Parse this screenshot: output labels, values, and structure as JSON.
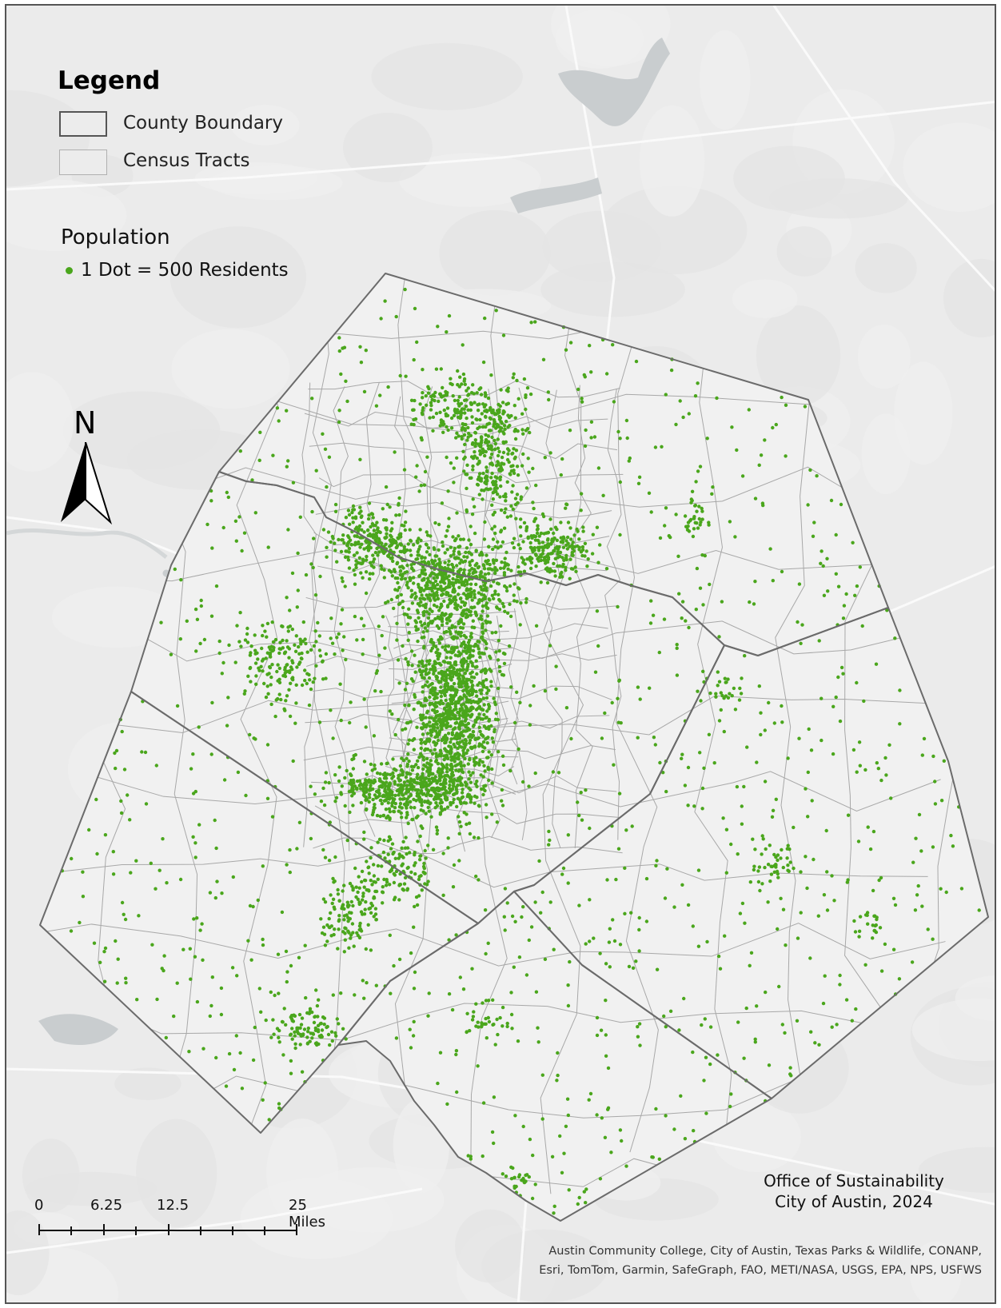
{
  "legend": {
    "title": "Legend",
    "county_label": "County Boundary",
    "tract_label": "Census Tracts",
    "population_title": "Population",
    "dot_label": "1 Dot = 500 Residents"
  },
  "north_arrow": {
    "letter": "N",
    "icon": "north-arrow-icon"
  },
  "scale_bar": {
    "labels": [
      "0",
      "6.25",
      "12.5",
      "25 Miles"
    ]
  },
  "credit": {
    "line1": "Office of Sustainability",
    "line2": "City of Austin, 2024"
  },
  "attribution": {
    "line1": "Austin Community College, City of Austin, Texas Parks & Wildlife, CONANP,",
    "line2": "Esri, TomTom, Garmin, SafeGraph, FAO, METI/NASA, USGS, EPA, NPS, USFWS"
  },
  "colors": {
    "dot": "#4aa61c",
    "county_line": "#6b6b6b",
    "tract_line": "#a8a8a8",
    "basemap": "#ebebeb",
    "region_fill": "#f1f1f1",
    "water": "#c9cdcf"
  }
}
